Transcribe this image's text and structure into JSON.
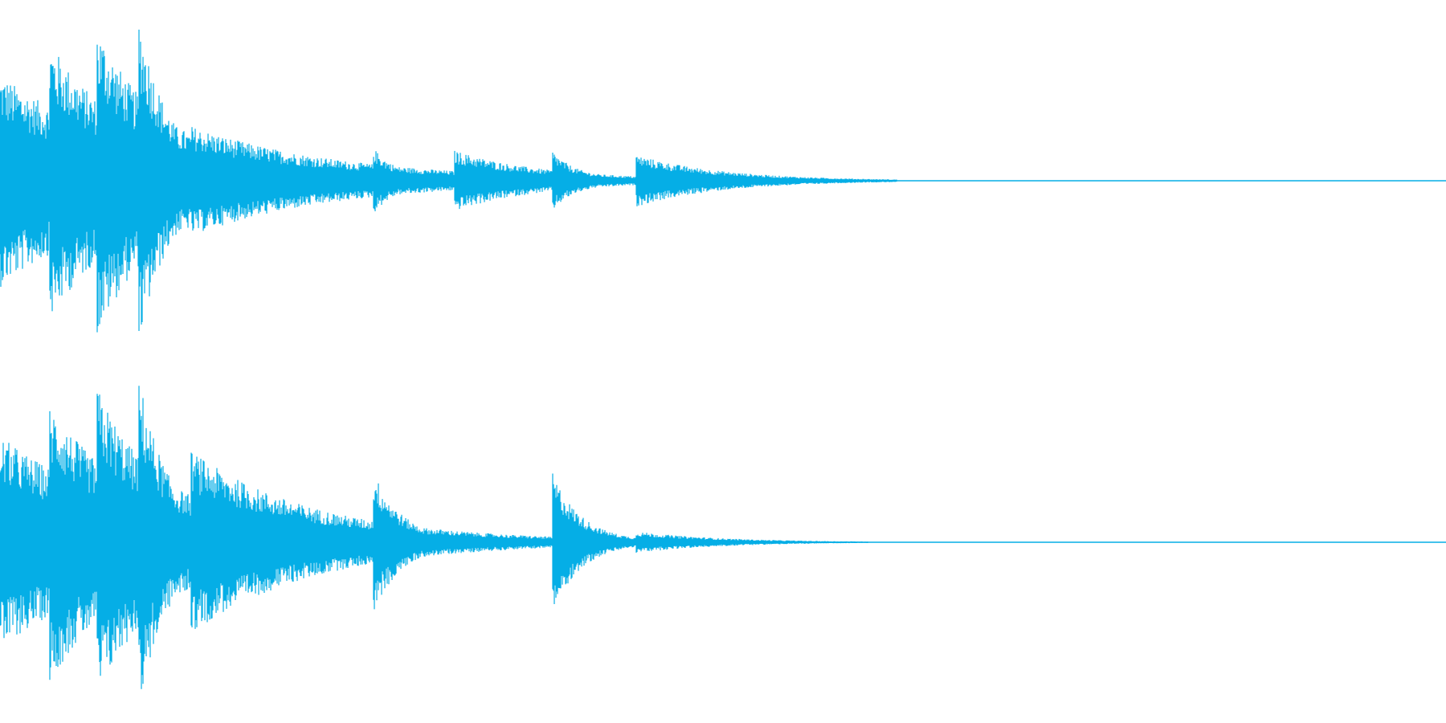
{
  "waveform": {
    "color": "#05aee6",
    "background": "#ffffff",
    "channels": [
      {
        "name": "",
        "amplitude_scale": 1.0,
        "bursts": [
          {
            "t": 0.0,
            "peak": 0.42,
            "decay": 0.08,
            "sustain": 0.28
          },
          {
            "t": 0.034,
            "peak": 0.7,
            "decay": 0.05,
            "sustain": 0.22
          },
          {
            "t": 0.067,
            "peak": 0.8,
            "decay": 0.04,
            "sustain": 0.22
          },
          {
            "t": 0.096,
            "peak": 1.0,
            "decay": 0.02,
            "sustain": 0.1
          },
          {
            "t": 0.118,
            "peak": 0.3,
            "decay": 0.06,
            "sustain": 0.08
          },
          {
            "t": 0.132,
            "peak": 0.26,
            "decay": 0.1,
            "sustain": 0.1
          },
          {
            "t": 0.188,
            "peak": 0.15,
            "decay": 0.07,
            "sustain": 0.06
          },
          {
            "t": 0.258,
            "peak": 0.18,
            "decay": 0.015,
            "sustain": 0.04
          },
          {
            "t": 0.314,
            "peak": 0.18,
            "decay": 0.06,
            "sustain": 0.02
          },
          {
            "t": 0.382,
            "peak": 0.17,
            "decay": 0.015,
            "sustain": 0.03
          },
          {
            "t": 0.44,
            "peak": 0.17,
            "decay": 0.06,
            "sustain": 0.0
          }
        ],
        "tail_end": 0.62
      },
      {
        "name": "",
        "amplitude_scale": 1.0,
        "bursts": [
          {
            "t": 0.0,
            "peak": 0.42,
            "decay": 0.08,
            "sustain": 0.28
          },
          {
            "t": 0.034,
            "peak": 0.7,
            "decay": 0.05,
            "sustain": 0.22
          },
          {
            "t": 0.067,
            "peak": 0.8,
            "decay": 0.04,
            "sustain": 0.22
          },
          {
            "t": 0.096,
            "peak": 1.0,
            "decay": 0.02,
            "sustain": 0.1
          },
          {
            "t": 0.118,
            "peak": 0.3,
            "decay": 0.06,
            "sustain": 0.08
          },
          {
            "t": 0.132,
            "peak": 0.48,
            "decay": 0.08,
            "sustain": 0.12
          },
          {
            "t": 0.188,
            "peak": 0.12,
            "decay": 0.08,
            "sustain": 0.05
          },
          {
            "t": 0.258,
            "peak": 0.45,
            "decay": 0.02,
            "sustain": 0.02
          },
          {
            "t": 0.314,
            "peak": 0.06,
            "decay": 0.07,
            "sustain": 0.01
          },
          {
            "t": 0.382,
            "peak": 0.45,
            "decay": 0.02,
            "sustain": 0.01
          },
          {
            "t": 0.44,
            "peak": 0.07,
            "decay": 0.06,
            "sustain": 0.0
          }
        ],
        "tail_end": 0.6
      }
    ]
  }
}
